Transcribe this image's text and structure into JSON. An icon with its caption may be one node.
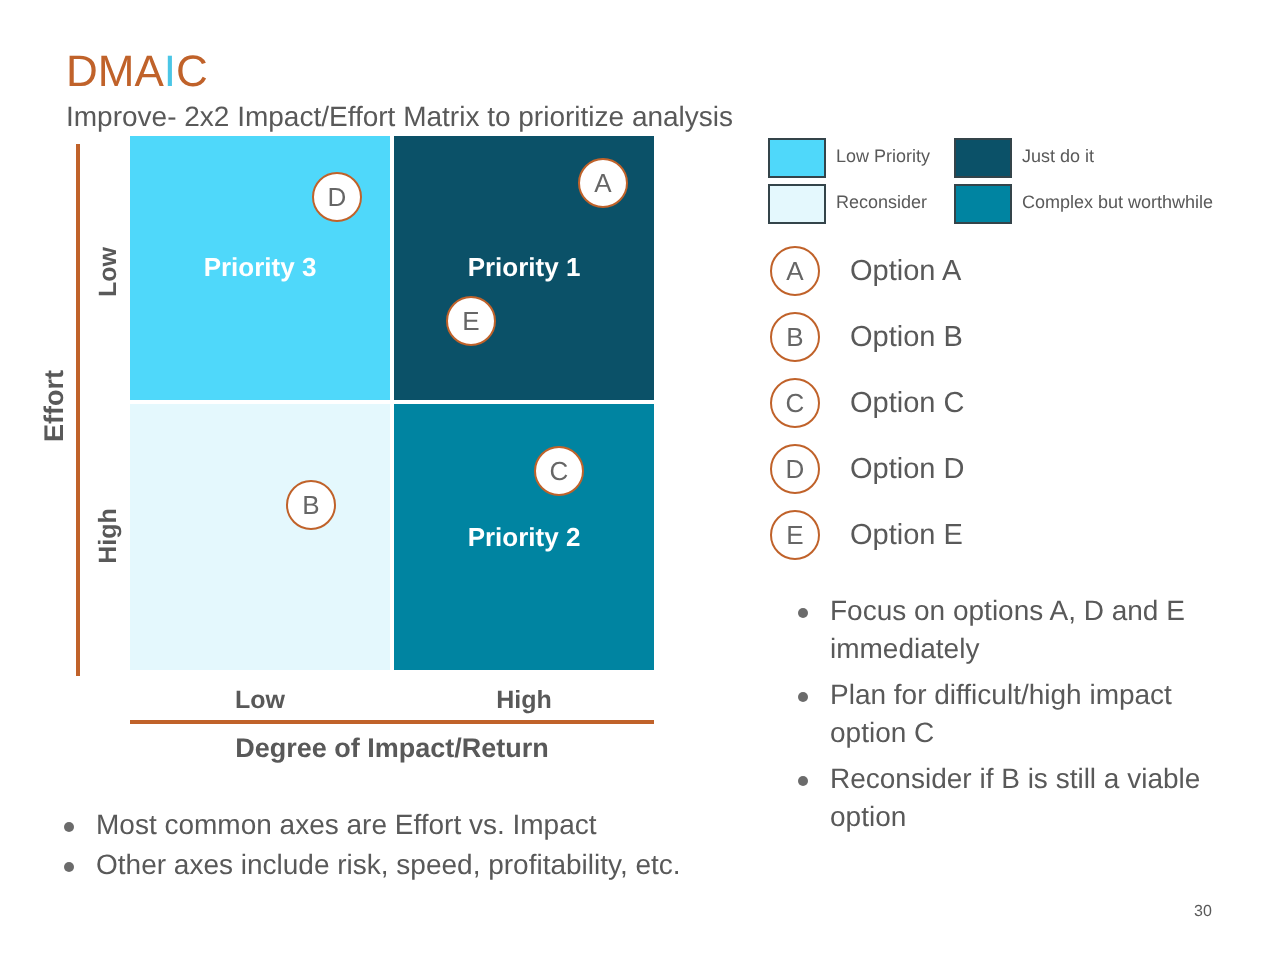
{
  "diagram": {
    "title": "DMAIC",
    "nodes": [
      {
        "text": [
          "Priority 3"
        ]
      },
      {
        "text": [
          "D"
        ],
        "in": 0
      },
      {
        "text": [
          "Priority 1"
        ]
      },
      {
        "text": [
          "A"
        ],
        "in": 2
      },
      {
        "text": [
          "E"
        ],
        "in": 2
      },
      {
        "text": [],
        "shape": "box"
      },
      {
        "text": [
          "B"
        ],
        "in": 5
      },
      {
        "text": [
          "Priority 2"
        ]
      },
      {
        "text": [
          "C"
        ],
        "in": 7
      },
      {
        "text": [
          "A"
        ],
        "beside": [
          "Option A"
        ]
      },
      {
        "text": [
          "B"
        ],
        "beside": [
          "Option B"
        ]
      },
      {
        "text": [
          "C"
        ],
        "beside": [
          "Option C"
        ]
      },
      {
        "text": [
          "D"
        ],
        "beside": [
          "Option D"
        ]
      },
      {
        "text": [
          "E"
        ],
        "beside": [
          "Option E"
        ]
      }
    ],
    "labels": [
      "Improve- 2x2 Impact/Effort Matrix to prioritize analysis",
      "Low",
      "Effort",
      "High",
      "Low",
      "High",
      "Degree of Impact/Return",
      "Focus on options A, D and E immediately",
      "Plan for difficult/high impact option C",
      "Reconsider if B is still a viable option",
      "Most common axes are Effort vs. Impact",
      "Other axes include risk, speed, profitability, etc.",
      "30"
    ],
    "legend": [
      {
        "text": "Low Priority",
        "color": "#4fd8fa"
      },
      {
        "text": "Just do it",
        "color": "#0b5168"
      },
      {
        "text": "Reconsider",
        "color": "#e4f8fd"
      },
      {
        "text": "Complex but worthwhile",
        "color": "#0084a1"
      }
    ]
  }
}
